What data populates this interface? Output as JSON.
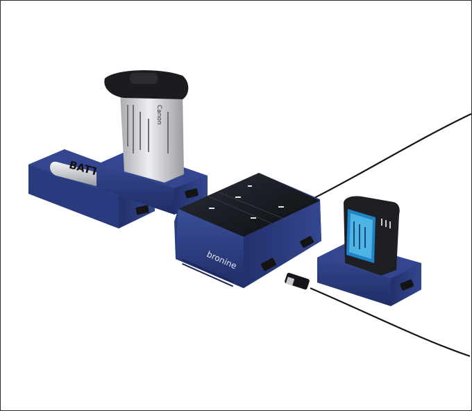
{
  "scene": {
    "product_brand": "bronine",
    "battery_label": "BATTERY",
    "canon_label": "Canon",
    "colors": {
      "dock_blue": "#2c3f86",
      "dock_blue_dark": "#1d2b63",
      "hub_top": "#0f1218",
      "cable": "#141414",
      "battery_silver": "#c9cbcf"
    }
  }
}
